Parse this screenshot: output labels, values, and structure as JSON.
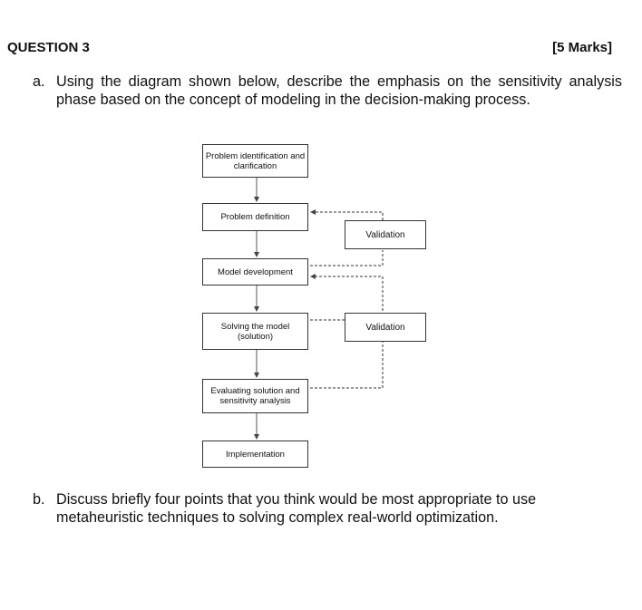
{
  "question": {
    "title": "QUESTION 3",
    "marks": "[5 Marks]",
    "part_a": {
      "letter": "a.",
      "text": "Using the diagram shown below, describe the emphasis on the sensitivity analysis phase based on the concept of modeling in the decision-making process."
    },
    "part_b": {
      "letter": "b.",
      "text": "Discuss briefly four points that you think would be most appropriate to use metaheuristic techniques to solving complex real-world optimization."
    }
  },
  "diagram": {
    "steps": [
      "Problem identification and clarification",
      "Problem definition",
      "Model development",
      "Solving the model (solution)",
      "Evaluating solution and sensitivity analysis",
      "Implementation"
    ],
    "validation_1": "Validation",
    "validation_2": "Validation"
  }
}
